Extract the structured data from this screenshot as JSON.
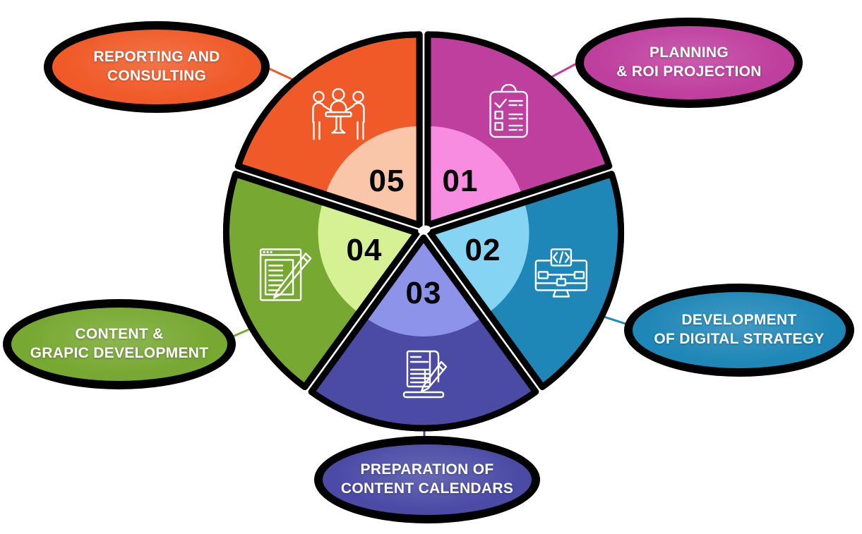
{
  "background_color": "#ffffff",
  "outline_color": "#000000",
  "center_star_color": "#ffffff",
  "steps": [
    {
      "number": "01",
      "icon": "clipboard-checklist-icon",
      "label_line1": "PLANNING",
      "label_line2": "& ROI PROJECTION",
      "color": "#bf3f9e",
      "inner_color": "#f88ce0",
      "text_color": "#ffffff"
    },
    {
      "number": "02",
      "icon": "monitor-code-flowchart-icon",
      "label_line1": "DEVELOPMENT",
      "label_line2": "OF DIGITAL STRATEGY",
      "color": "#1f87b7",
      "inner_color": "#86d4f4",
      "text_color": "#ffffff"
    },
    {
      "number": "03",
      "icon": "document-pen-laptop-icon",
      "label_line1": "PREPARATION OF",
      "label_line2": "CONTENT CALENDARS",
      "color": "#4b4ba6",
      "inner_color": "#8c93e9",
      "text_color": "#ffffff"
    },
    {
      "number": "04",
      "icon": "notepad-pencil-icon",
      "label_line1": "CONTENT &",
      "label_line2": "GRAPIC DEVELOPMENT",
      "color": "#77a831",
      "inner_color": "#d6f193",
      "text_color": "#ffffff"
    },
    {
      "number": "05",
      "icon": "meeting-people-icon",
      "label_line1": "REPORTING AND",
      "label_line2": "CONSULTING",
      "color": "#f05a28",
      "inner_color": "#f9c6a9",
      "text_color": "#ffffff"
    }
  ]
}
